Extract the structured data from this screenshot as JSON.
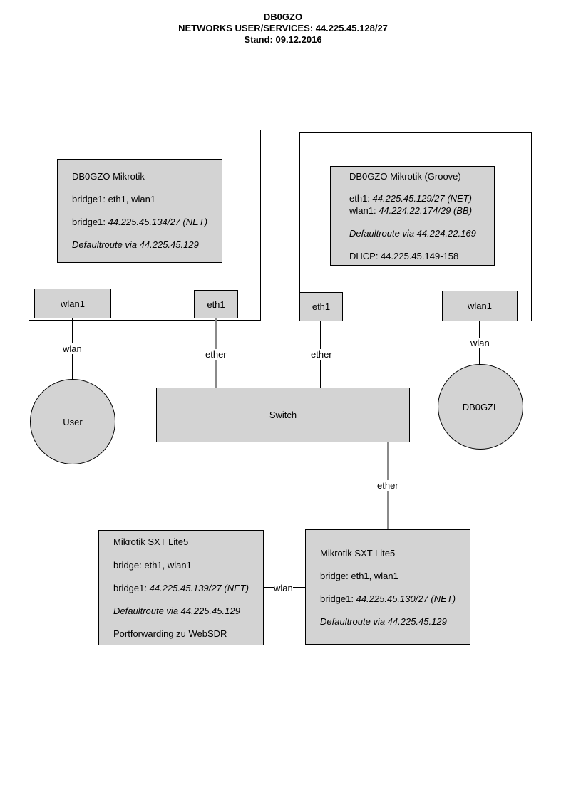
{
  "header": {
    "title": "DB0GZO",
    "subtitle": "NETWORKS USER/SERVICES: 44.225.45.128/27",
    "date": "Stand: 09.12.2016"
  },
  "left_router": {
    "name": "DB0GZO Mikrotik",
    "bridge": "bridge1: eth1, wlan1",
    "ip_label": "bridge1: ",
    "ip_value": "44.225.45.134/27 (NET)",
    "route": "Defaultroute via 44.225.45.129",
    "port_wlan": "wlan1",
    "port_eth": "eth1"
  },
  "right_router": {
    "name": "DB0GZO Mikrotik (Groove)",
    "eth_label": "eth1: ",
    "eth_value": "44.225.45.129/27 (NET)",
    "wlan_label": "wlan1: ",
    "wlan_value": "44.224.22.174/29 (BB)",
    "route": "Defaultroute via 44.224.22.169",
    "dhcp": "DHCP: 44.225.45.149-158",
    "port_eth": "eth1",
    "port_wlan": "wlan1"
  },
  "user": {
    "label": "User",
    "link": "wlan"
  },
  "db0gzl": {
    "label": "DB0GZL",
    "link": "wlan"
  },
  "switch": {
    "label": "Switch",
    "link_left": "ether",
    "link_right": "ether",
    "link_down": "ether"
  },
  "sxt_left": {
    "name": "Mikrotik SXT Lite5",
    "bridge": "bridge: eth1, wlan1",
    "ip_label": "bridge1: ",
    "ip_value": "44.225.45.139/27 (NET)",
    "route": "Defaultroute via 44.225.45.129",
    "portfwd": "Portforwarding zu WebSDR"
  },
  "sxt_right": {
    "name": "Mikrotik SXT Lite5",
    "bridge": "bridge: eth1, wlan1",
    "ip_label": "bridge1: ",
    "ip_value": "44.225.45.130/27 (NET)",
    "route": "Defaultroute via 44.225.45.129"
  },
  "sxt_link": "wlan",
  "colors": {
    "box_fill": "#d3d3d3",
    "link_line": "#8a8a8a"
  }
}
